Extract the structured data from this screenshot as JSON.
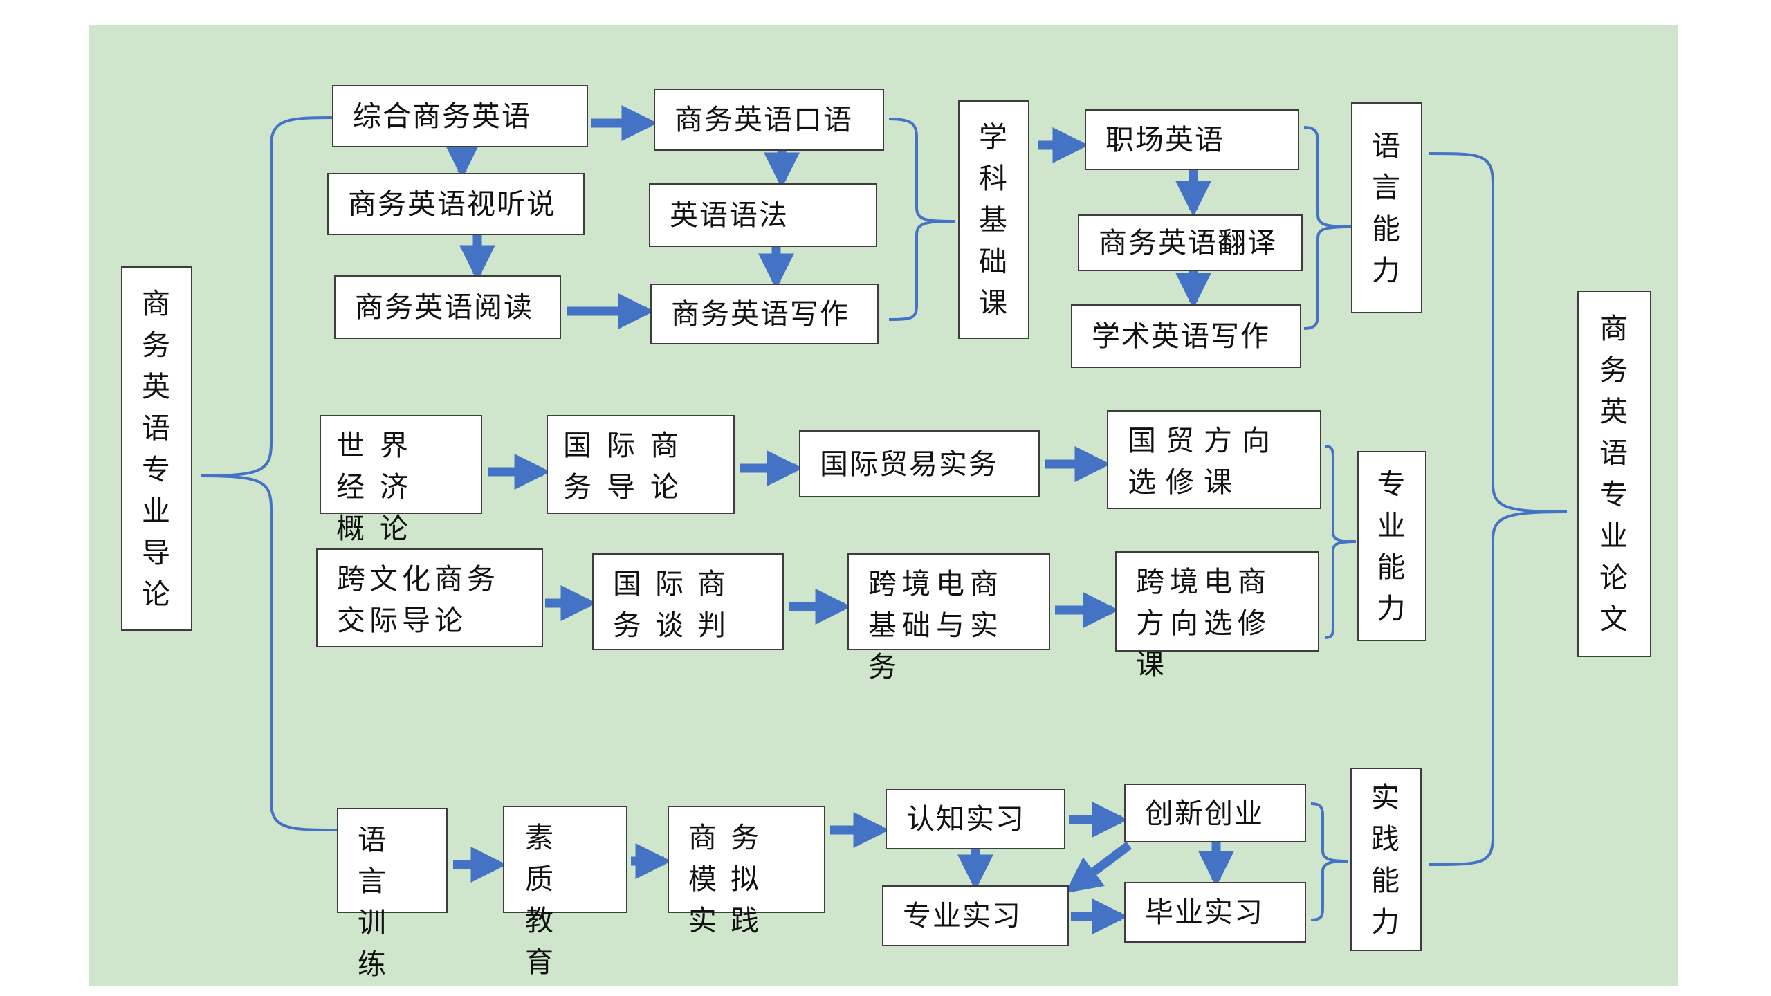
{
  "colors": {
    "background": "#cfe6cc",
    "arrow": "#4472c4",
    "bracket": "#4472c4",
    "border": "#3d3d3d"
  },
  "left_root": "商务英语专业导论",
  "right_root": "商务英语专业论文",
  "language_group": {
    "col1": [
      "综合商务英语",
      "商务英语视听说",
      "商务英语阅读"
    ],
    "col2": [
      "商务英语口语",
      "英语语法",
      "商务英语写作"
    ],
    "foundation": "学科基础课",
    "col3": [
      "职场英语",
      "商务英语翻译",
      "学术英语写作"
    ],
    "ability": "语言能力"
  },
  "professional_group": {
    "row1": [
      "世界经济概论",
      "国际商务导论",
      "国际贸易实务",
      "国贸方向选修课"
    ],
    "row2": [
      "跨文化商务交际导论",
      "国际商务谈判",
      "跨境电商基础与实务",
      "跨境电商方向选修课"
    ],
    "ability": "专业能力"
  },
  "practice_group": {
    "chain": [
      "语言训练",
      "素质教育",
      "商务模拟实践"
    ],
    "internships": {
      "cognitive": "认知实习",
      "innovation": "创新创业",
      "professional": "专业实习",
      "graduation": "毕业实习"
    },
    "ability": "实践能力"
  }
}
